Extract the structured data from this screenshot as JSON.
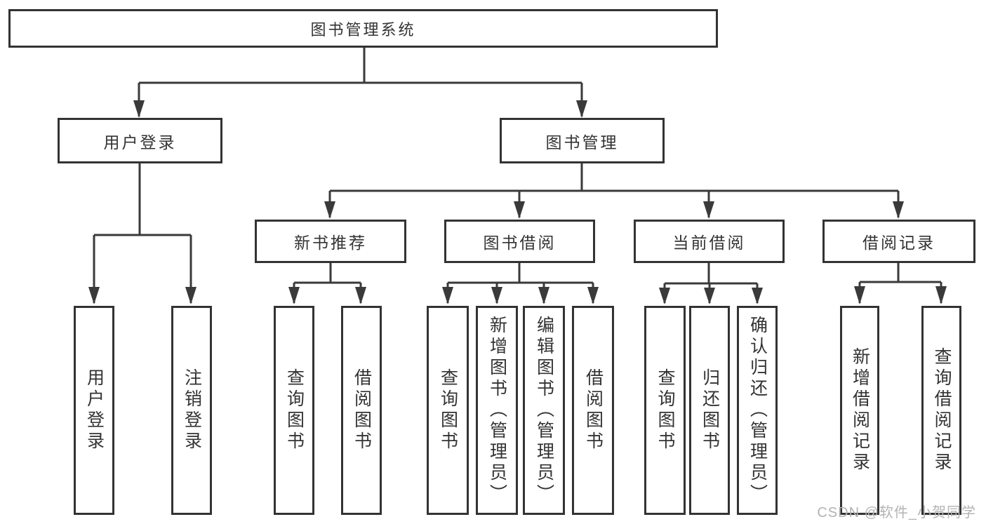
{
  "diagram": {
    "title": "图书管理系统",
    "branches": [
      {
        "label": "用户登录",
        "children": [
          {
            "label": "用户登录"
          },
          {
            "label": "注销登录"
          }
        ]
      },
      {
        "label": "图书管理",
        "children": [
          {
            "label": "新书推荐",
            "children": [
              {
                "label": "查询图书"
              },
              {
                "label": "借阅图书"
              }
            ]
          },
          {
            "label": "图书借阅",
            "children": [
              {
                "label": "查询图书"
              },
              {
                "label": "新增图书（管理员）"
              },
              {
                "label": "编辑图书（管理员）"
              },
              {
                "label": "借阅图书"
              }
            ]
          },
          {
            "label": "当前借阅",
            "children": [
              {
                "label": "查询图书"
              },
              {
                "label": "归还图书"
              },
              {
                "label": "确认归还（管理员）"
              }
            ]
          },
          {
            "label": "借阅记录",
            "children": [
              {
                "label": "新增借阅记录"
              },
              {
                "label": "查询借阅记录"
              }
            ]
          }
        ]
      }
    ]
  },
  "watermark": "CSDN @软件_小贺同学",
  "colors": {
    "line": "#3a3a3a",
    "border": "#333333",
    "text": "#333333",
    "background": "#ffffff",
    "watermark": "#b3b3b3"
  }
}
